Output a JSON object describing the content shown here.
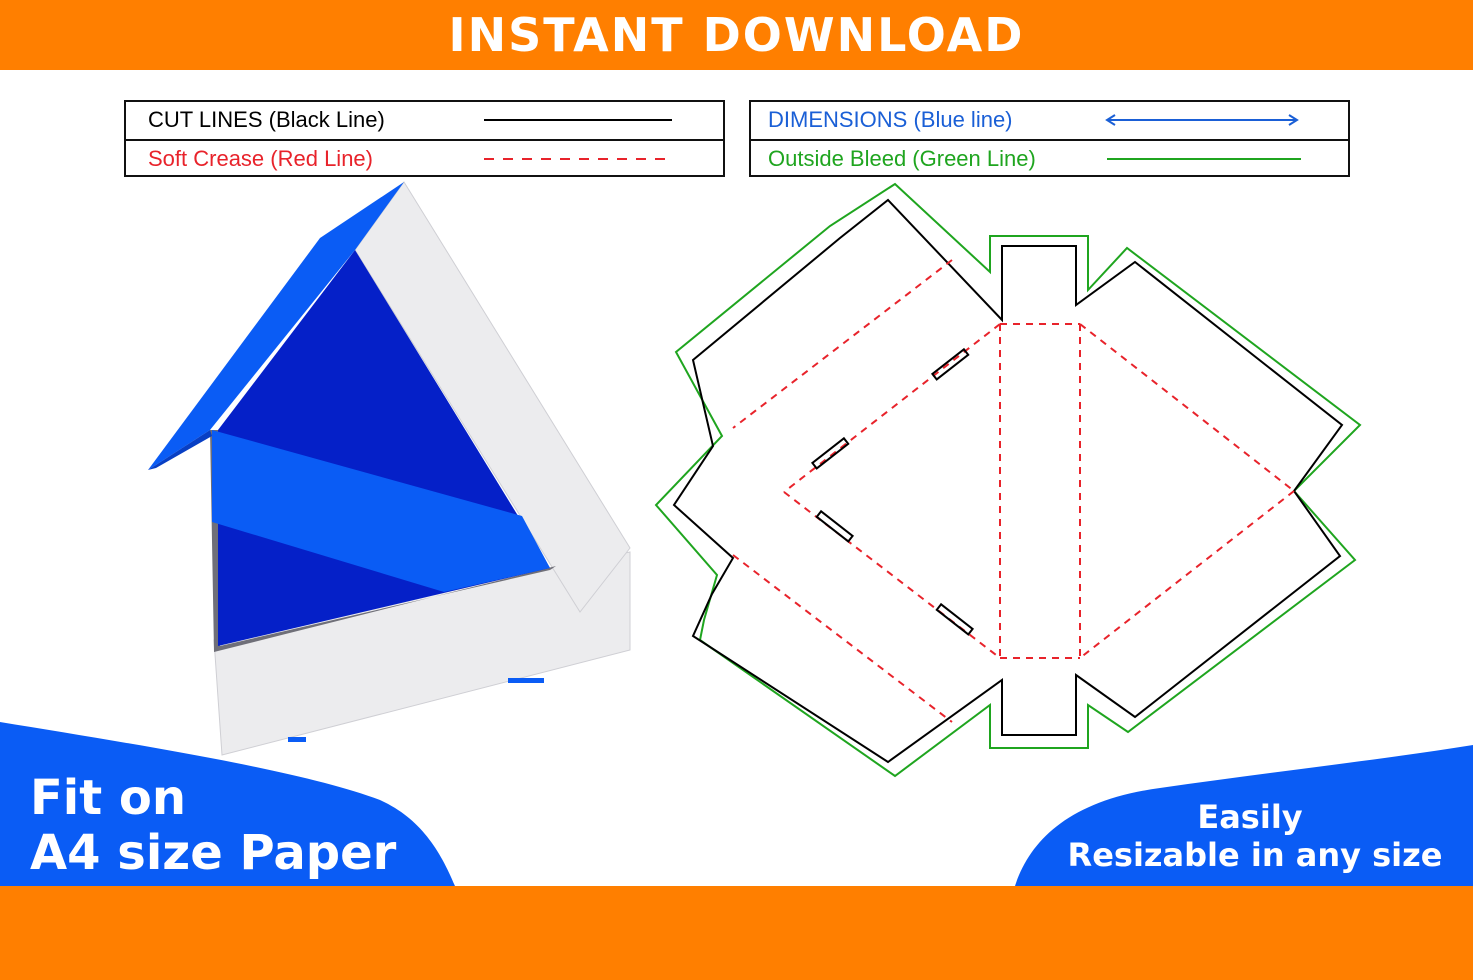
{
  "header": {
    "title": "INSTANT DOWNLOAD"
  },
  "legend_left": {
    "cut_lines": "CUT LINES (Black Line)",
    "soft_crease": "Soft Crease (Red Line)"
  },
  "legend_right": {
    "dimensions": "DIMENSIONS (Blue line)",
    "outside_bleed": "Outside Bleed (Green Line)"
  },
  "footer_left": {
    "line1": "Fit on",
    "line2": "A4 size Paper"
  },
  "footer_right": {
    "line1": "Easily",
    "line2": "Resizable in any size"
  },
  "colors": {
    "banner_orange": "#ff7f00",
    "brand_blue": "#0a5cf5",
    "cut_black": "#000000",
    "crease_red": "#e8232b",
    "dimension_blue": "#1a5fd6",
    "bleed_green": "#1fa51f",
    "box_white": "#ececee"
  }
}
